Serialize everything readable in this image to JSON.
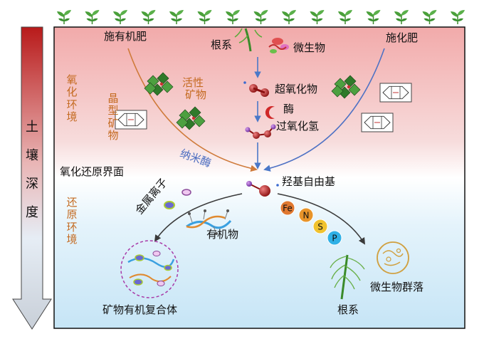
{
  "diagram": {
    "depth_axis": {
      "label": "土壤深度"
    },
    "nodes": {
      "organic_fertilizer": "施有机肥",
      "root_top": "根系",
      "microbes": "微生物",
      "chem_fertilizer": "施化肥",
      "active_minerals": "活性矿物",
      "crystalline_minerals": "晶型矿物",
      "superoxide": "超氧化物",
      "enzyme": "酶",
      "hydrogen_peroxide": "过氧化氢",
      "nanozyme": "纳米酶",
      "hydroxyl_radical": "羟基自由基",
      "metal_ions": "金属离子",
      "organic_matter": "有机物",
      "mineral_organic_complex": "矿物有机复合体",
      "root_bottom": "根系",
      "microbial_community": "微生物群落"
    },
    "zones": {
      "oxidizing": "氧化环境",
      "interface": "氧化还原界面",
      "reducing": "还原环境"
    },
    "elements": [
      {
        "symbol": "Fe",
        "color": "#e07830"
      },
      {
        "symbol": "N",
        "color": "#e8942a"
      },
      {
        "symbol": "S",
        "color": "#f0c22e"
      },
      {
        "symbol": "P",
        "color": "#2fb0e6"
      }
    ],
    "colors": {
      "top_zone": "#f2b3b3",
      "bottom_zone": "#c9e6f6",
      "organic_arrow": "#cf7a3a",
      "chem_arrow": "#4f72c4",
      "central_arrow": "#4a78c8",
      "dark_arrow": "#3a3a3a",
      "orange_text": "#c46a20",
      "blue_text": "#4a6cc0"
    }
  }
}
